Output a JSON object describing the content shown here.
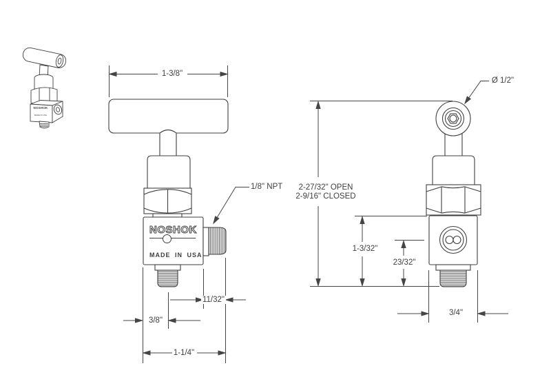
{
  "drawing": {
    "brand": "NOSHOK",
    "made_in": "MADE IN USA",
    "dims": {
      "handle_width": "1-3/8\"",
      "npt": "1/8\" NPT",
      "open_height": "2-27/32\" OPEN",
      "closed_height": "2-9/16\" CLOSED",
      "handle_diameter": "Ø 1/2\"",
      "body_top_height": "1-3/32\"",
      "port_center_height": "23/32\"",
      "side_port_length": "11/32\"",
      "bottom_port_offset": "3/8\"",
      "overall_width": "1-1/4\"",
      "body_width": "3/4\""
    },
    "colors": {
      "line": "#3f3f3f",
      "thread": "#6e6e6e",
      "background": "#ffffff"
    }
  }
}
